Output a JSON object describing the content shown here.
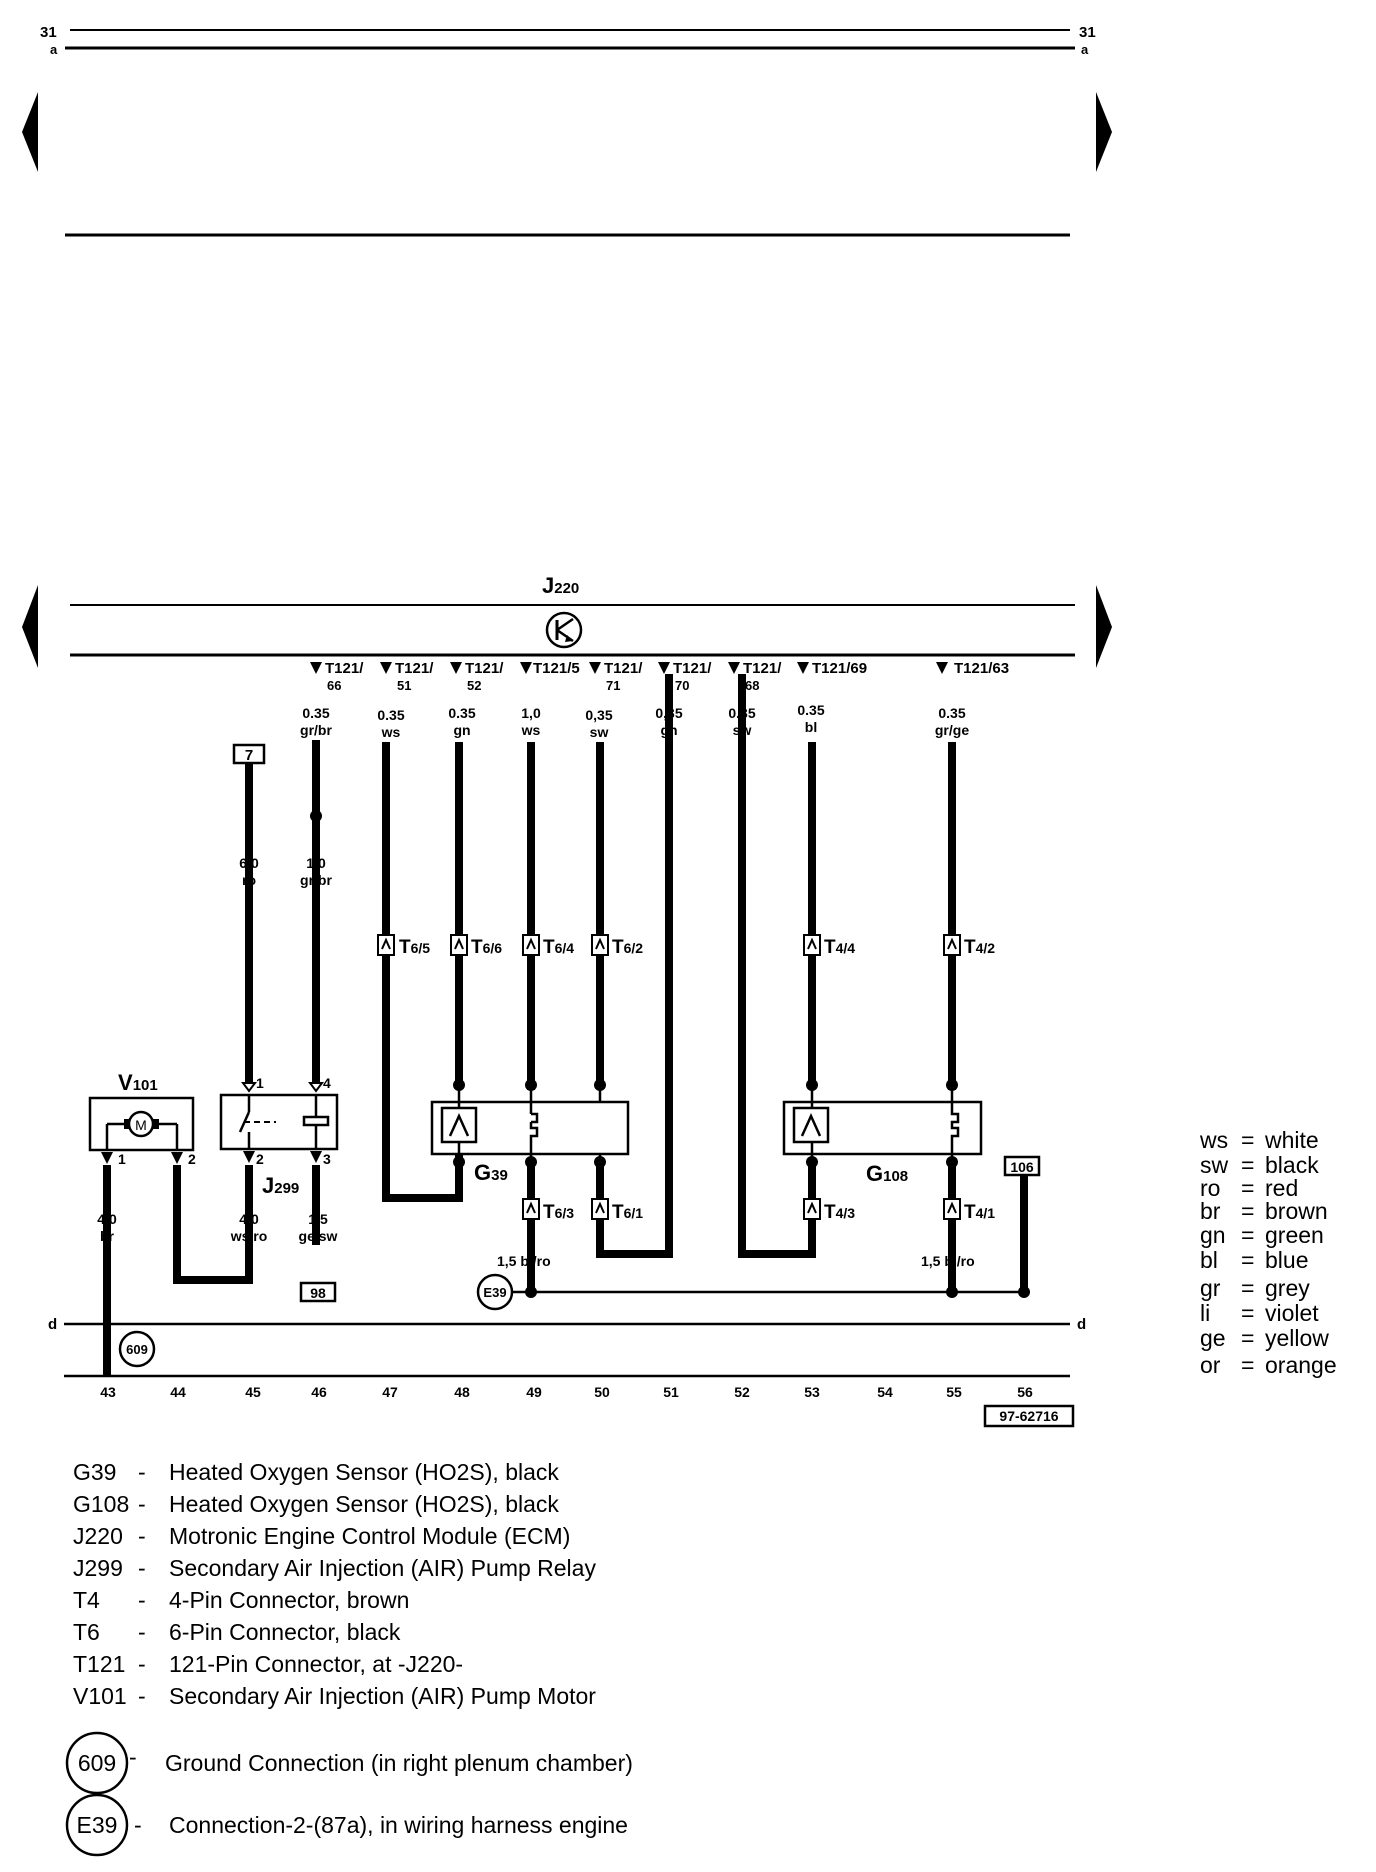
{
  "top_rail": {
    "left_num": "31",
    "left_sub": "a",
    "right_num": "31",
    "right_sub": "a"
  },
  "module": {
    "name": "J",
    "sub": "220"
  },
  "pins": [
    {
      "label": "T121/",
      "num": "66"
    },
    {
      "label": "T121/",
      "num": "51"
    },
    {
      "label": "T121/",
      "num": "52"
    },
    {
      "label": "T121/5",
      "num": ""
    },
    {
      "label": "T121/",
      "num": "71"
    },
    {
      "label": "T121/",
      "num": "70"
    },
    {
      "label": "T121/",
      "num": "68"
    },
    {
      "label": "T121/69",
      "num": ""
    },
    {
      "label": "T121/63",
      "num": ""
    }
  ],
  "wires_top": [
    {
      "size": "0.35",
      "color": "gr/br"
    },
    {
      "size": "0.35",
      "color": "ws"
    },
    {
      "size": "0.35",
      "color": "gn"
    },
    {
      "size": "1,0",
      "color": "ws"
    },
    {
      "size": "0,35",
      "color": "sw"
    },
    {
      "size": "0,35",
      "color": "gn"
    },
    {
      "size": "0.35",
      "color": "sw"
    },
    {
      "size": "0.35",
      "color": "bl"
    },
    {
      "size": "0.35",
      "color": "gr/ge"
    }
  ],
  "wire_mid": [
    {
      "size": "6,0",
      "color": "ro"
    },
    {
      "size": "1.0",
      "color": "gr/br"
    }
  ],
  "wires_bottom": [
    {
      "size": "4,0",
      "color": "br"
    },
    {
      "size": "4,0",
      "color": "ws/ro"
    },
    {
      "size": "1,5",
      "color": "ge/sw"
    },
    {
      "text": "1,5 bl/ro"
    },
    {
      "text": "1,5 bl/ro"
    }
  ],
  "connectors": {
    "t65": {
      "main": "T",
      "sub": "6/5"
    },
    "t66": {
      "main": "T",
      "sub": "6/6"
    },
    "t64": {
      "main": "T",
      "sub": "6/4"
    },
    "t62": {
      "main": "T",
      "sub": "6/2"
    },
    "t44": {
      "main": "T",
      "sub": "4/4"
    },
    "t42": {
      "main": "T",
      "sub": "4/2"
    },
    "t63": {
      "main": "T",
      "sub": "6/3"
    },
    "t61": {
      "main": "T",
      "sub": "6/1"
    },
    "t43": {
      "main": "T",
      "sub": "4/3"
    },
    "t41": {
      "main": "T",
      "sub": "4/1"
    }
  },
  "components": {
    "v101": {
      "name": "V",
      "sub": "101",
      "pin1": "1",
      "pin2": "2",
      "motor": "M"
    },
    "j299": {
      "name": "J",
      "sub": "299",
      "pin1": "1",
      "pin2": "2",
      "pin3": "3",
      "pin4": "4"
    },
    "g39": {
      "name": "G",
      "sub": "39"
    },
    "g108": {
      "name": "G",
      "sub": "108"
    }
  },
  "refs": {
    "r7": "7",
    "r98": "98",
    "r106": "106"
  },
  "ground": "609",
  "connection": "E39",
  "rail_d": {
    "left": "d",
    "right": "d"
  },
  "tracks": [
    "43",
    "44",
    "45",
    "46",
    "47",
    "48",
    "49",
    "50",
    "51",
    "52",
    "53",
    "54",
    "55",
    "56"
  ],
  "code": "97-62716",
  "color_legend": [
    {
      "abbr": "ws",
      "name": "white"
    },
    {
      "abbr": "sw",
      "name": "black"
    },
    {
      "abbr": "ro",
      "name": "red"
    },
    {
      "abbr": "br",
      "name": "brown"
    },
    {
      "abbr": "gn",
      "name": "green"
    },
    {
      "abbr": "bl",
      "name": "blue"
    },
    {
      "abbr": "gr",
      "name": "grey"
    },
    {
      "abbr": "li",
      "name": "violet"
    },
    {
      "abbr": "ge",
      "name": "yellow"
    },
    {
      "abbr": "or",
      "name": "orange"
    }
  ],
  "component_legend": [
    {
      "code": "G39",
      "desc": "Heated Oxygen Sensor (HO2S), black"
    },
    {
      "code": "G108",
      "desc": "Heated Oxygen Sensor (HO2S), black"
    },
    {
      "code": "J220",
      "desc": "Motronic Engine Control Module (ECM)"
    },
    {
      "code": "J299",
      "desc": "Secondary Air Injection (AIR) Pump Relay"
    },
    {
      "code": "T4",
      "desc": "4-Pin Connector, brown"
    },
    {
      "code": "T6",
      "desc": "6-Pin Connector, black"
    },
    {
      "code": "T121",
      "desc": "121-Pin Connector, at -J220-"
    },
    {
      "code": "V101",
      "desc": "Secondary Air Injection (AIR) Pump Motor"
    }
  ],
  "circle_legend": [
    {
      "code": "609",
      "desc": "Ground Connection (in right plenum chamber)"
    },
    {
      "code": "E39",
      "desc": "Connection-2-(87a), in wiring harness engine"
    }
  ]
}
